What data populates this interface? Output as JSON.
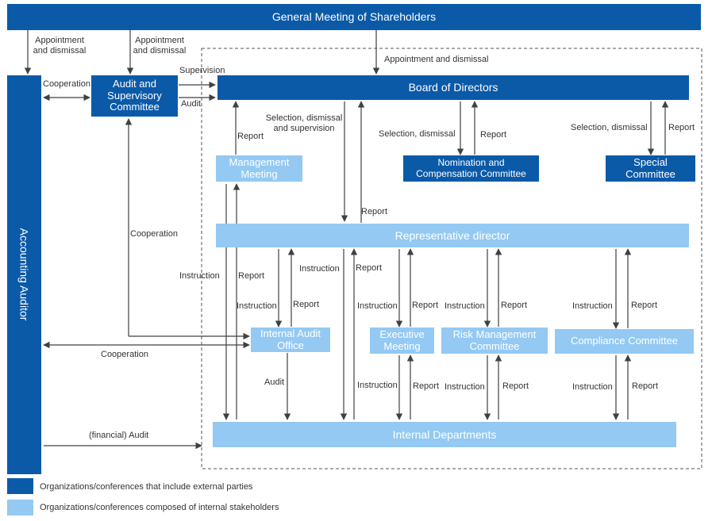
{
  "boxes": {
    "shareholders": "General Meeting of Shareholders",
    "accounting_auditor": "Accounting Auditor",
    "audit_committee": "Audit and Supervisory Committee",
    "board": "Board of Directors",
    "management_meeting": "Management Meeting",
    "nomination": "Nomination and Compensation Committee",
    "special": "Special Committee",
    "representative": "Representative director",
    "internal_audit": "Internal Audit Office",
    "executive": "Executive Meeting",
    "risk": "Risk Management Committee",
    "compliance": "Compliance Committee",
    "departments": "Internal Departments"
  },
  "labels": {
    "appointment_dismissal_multiline": "Appointment and dismissal",
    "appointment_dismissal": "Appointment and dismissal",
    "cooperation": "Cooperation",
    "supervision": "Supervision",
    "audit": "Audit",
    "report": "Report",
    "instruction": "Instruction",
    "selection_dismissal_supervision": "Selection, dismissal and supervision",
    "selection_dismissal": "Selection, dismissal",
    "financial_audit": "(financial) Audit"
  },
  "legend": [
    {
      "text": "Organizations/conferences that include external parties",
      "color": "#0b5aa8"
    },
    {
      "text": "Organizations/conferences composed of internal stakeholders",
      "color": "#93c9f3"
    }
  ],
  "colors": {
    "dark": "#0b5aa8",
    "light": "#93c9f3",
    "arrow": "#404040"
  }
}
